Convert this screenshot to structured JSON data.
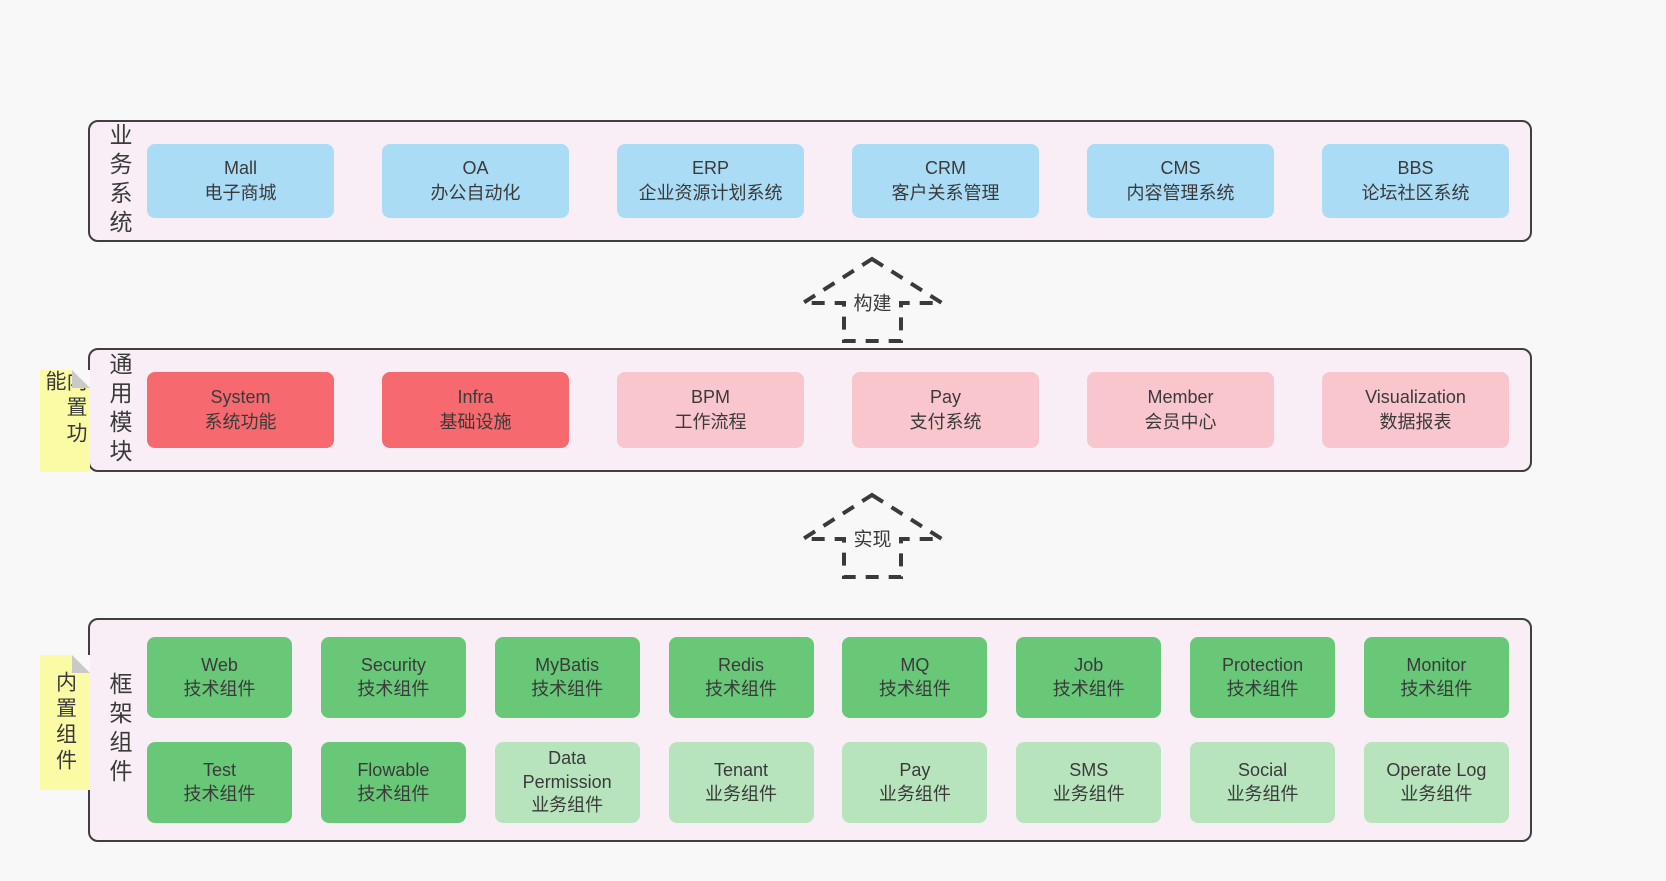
{
  "colors": {
    "page_bg": "#f8f8f8",
    "container_bg": "#f9edf6",
    "border": "#3f3f3f",
    "text": "#3a3a3a",
    "blue": "#abdcf6",
    "red": "#f5696f",
    "pink": "#f9c6ce",
    "green": "#68c878",
    "light_green": "#b7e4bd",
    "note_yellow": "#fbfba6",
    "note_fold": "#c9c9c9"
  },
  "arrows": [
    {
      "label": "构建"
    },
    {
      "label": "实现"
    }
  ],
  "layers": [
    {
      "id": "business",
      "label": "业务系统",
      "note": "",
      "rows": [
        [
          {
            "name": "Mall",
            "desc": "电子商城",
            "color": "blue"
          },
          {
            "name": "OA",
            "desc": "办公自动化",
            "color": "blue"
          },
          {
            "name": "ERP",
            "desc": "企业资源计划系统",
            "color": "blue"
          },
          {
            "name": "CRM",
            "desc": "客户关系管理",
            "color": "blue"
          },
          {
            "name": "CMS",
            "desc": "内容管理系统",
            "color": "blue"
          },
          {
            "name": "BBS",
            "desc": "论坛社区系统",
            "color": "blue"
          }
        ]
      ]
    },
    {
      "id": "modules",
      "label": "通用模块",
      "note": "内置功能",
      "rows": [
        [
          {
            "name": "System",
            "desc": "系统功能",
            "color": "red"
          },
          {
            "name": "Infra",
            "desc": "基础设施",
            "color": "red"
          },
          {
            "name": "BPM",
            "desc": "工作流程",
            "color": "pink"
          },
          {
            "name": "Pay",
            "desc": "支付系统",
            "color": "pink"
          },
          {
            "name": "Member",
            "desc": "会员中心",
            "color": "pink"
          },
          {
            "name": "Visualization",
            "desc": "数据报表",
            "color": "pink"
          }
        ]
      ]
    },
    {
      "id": "framework",
      "label": "框架组件",
      "note": "内置组件",
      "rows": [
        [
          {
            "name": "Web",
            "desc": "技术组件",
            "color": "green"
          },
          {
            "name": "Security",
            "desc": "技术组件",
            "color": "green"
          },
          {
            "name": "MyBatis",
            "desc": "技术组件",
            "color": "green"
          },
          {
            "name": "Redis",
            "desc": "技术组件",
            "color": "green"
          },
          {
            "name": "MQ",
            "desc": "技术组件",
            "color": "green"
          },
          {
            "name": "Job",
            "desc": "技术组件",
            "color": "green"
          },
          {
            "name": "Protection",
            "desc": "技术组件",
            "color": "green"
          },
          {
            "name": "Monitor",
            "desc": "技术组件",
            "color": "green"
          }
        ],
        [
          {
            "name": "Test",
            "desc": "技术组件",
            "color": "green"
          },
          {
            "name": "Flowable",
            "desc": "技术组件",
            "color": "green"
          },
          {
            "name": "Data Permission",
            "desc": "业务组件",
            "color": "light_green"
          },
          {
            "name": "Tenant",
            "desc": "业务组件",
            "color": "light_green"
          },
          {
            "name": "Pay",
            "desc": "业务组件",
            "color": "light_green"
          },
          {
            "name": "SMS",
            "desc": "业务组件",
            "color": "light_green"
          },
          {
            "name": "Social",
            "desc": "业务组件",
            "color": "light_green"
          },
          {
            "name": "Operate Log",
            "desc": "业务组件",
            "color": "light_green"
          }
        ]
      ]
    }
  ]
}
